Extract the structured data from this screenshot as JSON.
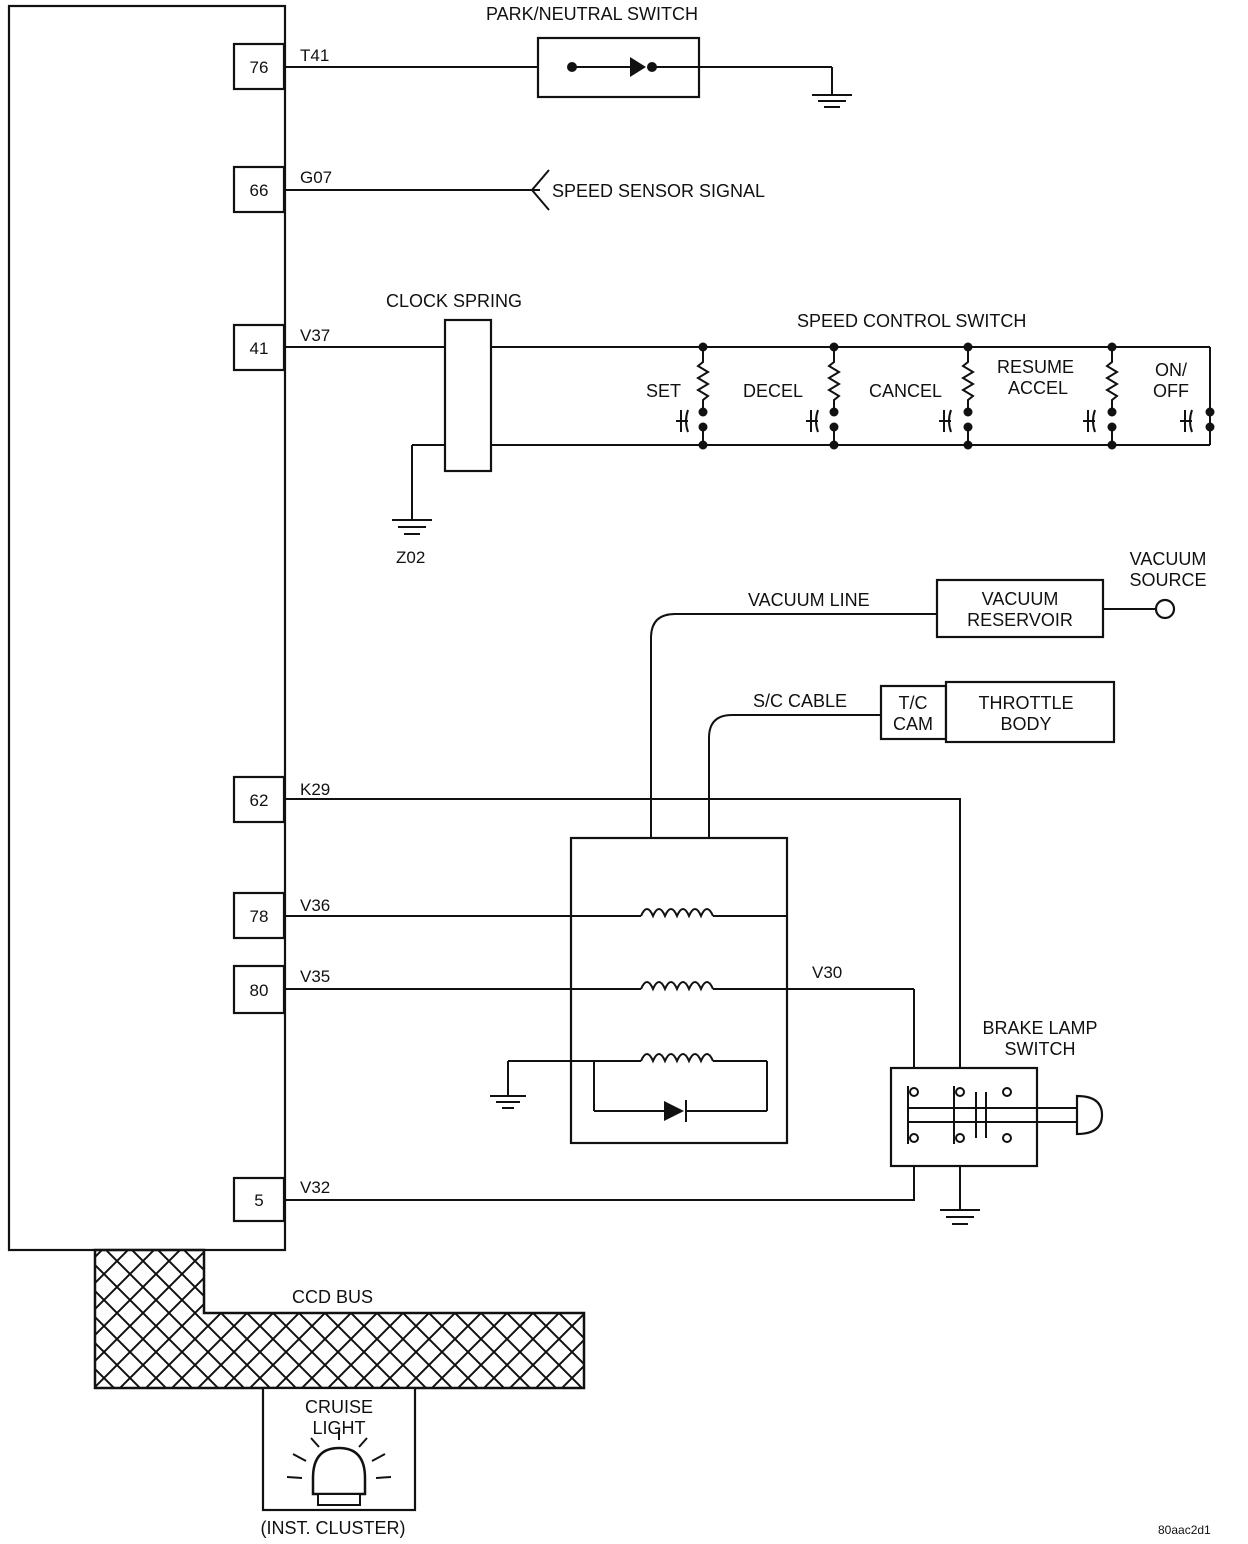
{
  "connectors": [
    {
      "pin": "76",
      "wire": "T41"
    },
    {
      "pin": "66",
      "wire": "G07"
    },
    {
      "pin": "41",
      "wire": "V37"
    },
    {
      "pin": "62",
      "wire": "K29"
    },
    {
      "pin": "78",
      "wire": "V36"
    },
    {
      "pin": "80",
      "wire": "V35"
    },
    {
      "pin": "5",
      "wire": "V32"
    }
  ],
  "labels": {
    "park_neutral": "PARK/NEUTRAL SWITCH",
    "speed_sensor": "SPEED SENSOR SIGNAL",
    "clock_spring": "CLOCK SPRING",
    "speed_control_switch": "SPEED CONTROL SWITCH",
    "ground_z02": "Z02",
    "vacuum_line": "VACUUM LINE",
    "vacuum_reservoir_1": "VACUUM",
    "vacuum_reservoir_2": "RESERVOIR",
    "vacuum_source_1": "VACUUM",
    "vacuum_source_2": "SOURCE",
    "sc_cable": "S/C CABLE",
    "tc_cam_1": "T/C",
    "tc_cam_2": "CAM",
    "throttle_body_1": "THROTTLE",
    "throttle_body_2": "BODY",
    "v30": "V30",
    "brake_lamp_1": "BRAKE LAMP",
    "brake_lamp_2": "SWITCH",
    "ccd_bus": "CCD BUS",
    "cruise_light_1": "CRUISE",
    "cruise_light_2": "LIGHT",
    "inst_cluster": "(INST. CLUSTER)",
    "figure_id": "80aac2d1"
  },
  "switches": [
    {
      "label1": "SET",
      "label2": ""
    },
    {
      "label1": "DECEL",
      "label2": ""
    },
    {
      "label1": "CANCEL",
      "label2": ""
    },
    {
      "label1": "RESUME",
      "label2": "ACCEL"
    },
    {
      "label1": "ON/",
      "label2": "OFF"
    }
  ]
}
